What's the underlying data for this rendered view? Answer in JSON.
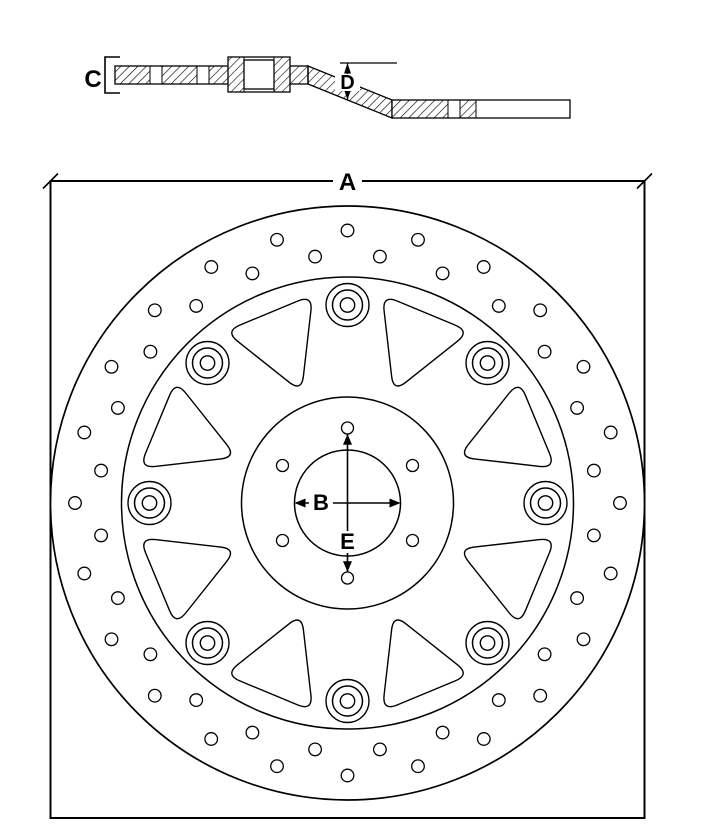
{
  "figure": {
    "kind": "brake-disc-technical-drawing",
    "views": {
      "section": "cross-section",
      "front": "front-view"
    },
    "colors": {
      "line": "#000000",
      "background": "#ffffff"
    }
  },
  "labels": {
    "A": "A",
    "B": "B",
    "C": "C",
    "D": "D",
    "E": "E"
  }
}
